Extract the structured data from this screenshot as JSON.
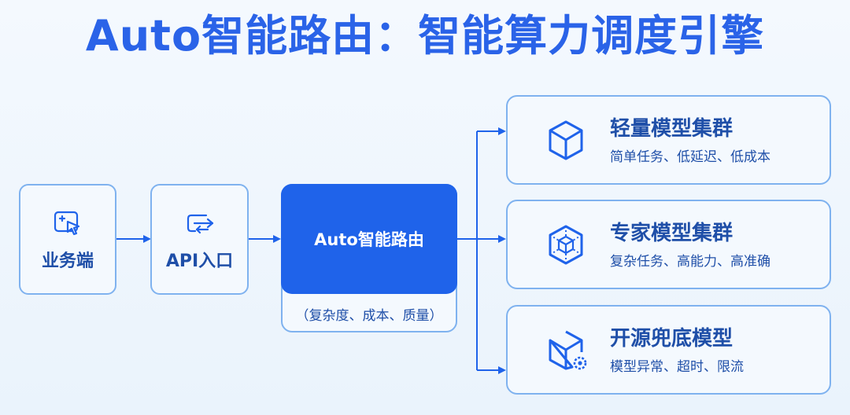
{
  "title": "Auto智能路由：智能算力调度引擎",
  "nodes": {
    "business": "业务端",
    "api": "API入口",
    "router": "Auto智能路由",
    "router_note": "（复杂度、成本、质量）"
  },
  "clusters": [
    {
      "title": "轻量模型集群",
      "desc": "简单任务、低延迟、低成本",
      "icon": "cube-icon"
    },
    {
      "title": "专家模型集群",
      "desc": "复杂任务、高能力、高准确",
      "icon": "wireframe-cube-icon"
    },
    {
      "title": "开源兜底模型",
      "desc": "模型异常、超时、限流",
      "icon": "cube-gear-icon"
    }
  ],
  "colors": {
    "accent": "#1f63ea",
    "title": "#2a63e8",
    "border": "#7fb2ef",
    "text": "#1f4fa8",
    "background": "#eef5fd"
  }
}
